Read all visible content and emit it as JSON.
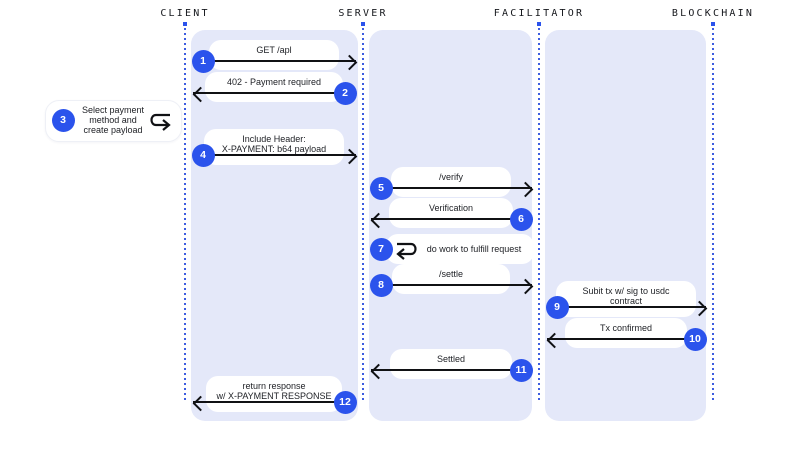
{
  "diagram": {
    "title": "x402 payment flow sequence diagram",
    "colors": {
      "badge_blue": "#2b53ec",
      "panel_lavender": "#e4e8f9",
      "arrow_black": "#101114",
      "lifeline_blue": "#3d5ce0"
    },
    "actors": [
      {
        "id": "client",
        "label": "CLIENT"
      },
      {
        "id": "server",
        "label": "SERVER"
      },
      {
        "id": "facilitator",
        "label": "FACILITATOR"
      },
      {
        "id": "blockchain",
        "label": "BLOCKCHAIN"
      }
    ],
    "steps": [
      {
        "num": "1",
        "kind": "message",
        "from": "client",
        "to": "server",
        "lines": [
          "GET /apl"
        ]
      },
      {
        "num": "2",
        "kind": "message",
        "from": "server",
        "to": "client",
        "lines": [
          "402 - Payment required"
        ]
      },
      {
        "num": "3",
        "kind": "note",
        "actor": "client",
        "lines": [
          "Select payment",
          "method and",
          "create payload"
        ]
      },
      {
        "num": "4",
        "kind": "message",
        "from": "client",
        "to": "server",
        "lines": [
          "Include Header:",
          "X-PAYMENT: b64 payload"
        ]
      },
      {
        "num": "5",
        "kind": "message",
        "from": "server",
        "to": "facilitator",
        "lines": [
          "/verify"
        ]
      },
      {
        "num": "6",
        "kind": "message",
        "from": "facilitator",
        "to": "server",
        "lines": [
          "Verification"
        ]
      },
      {
        "num": "7",
        "kind": "self",
        "actor": "server",
        "lines": [
          "do work to fulfill request"
        ]
      },
      {
        "num": "8",
        "kind": "message",
        "from": "server",
        "to": "facilitator",
        "lines": [
          "/settle"
        ]
      },
      {
        "num": "9",
        "kind": "message",
        "from": "facilitator",
        "to": "blockchain",
        "lines": [
          "Subit tx w/ sig to usdc",
          "contract"
        ]
      },
      {
        "num": "10",
        "kind": "message",
        "from": "blockchain",
        "to": "facilitator",
        "lines": [
          "Tx confirmed"
        ]
      },
      {
        "num": "11",
        "kind": "message",
        "from": "facilitator",
        "to": "server",
        "lines": [
          "Settled"
        ]
      },
      {
        "num": "12",
        "kind": "message",
        "from": "server",
        "to": "client",
        "lines": [
          "return response",
          "w/ X-PAYMENT RESPONSE"
        ]
      }
    ]
  }
}
